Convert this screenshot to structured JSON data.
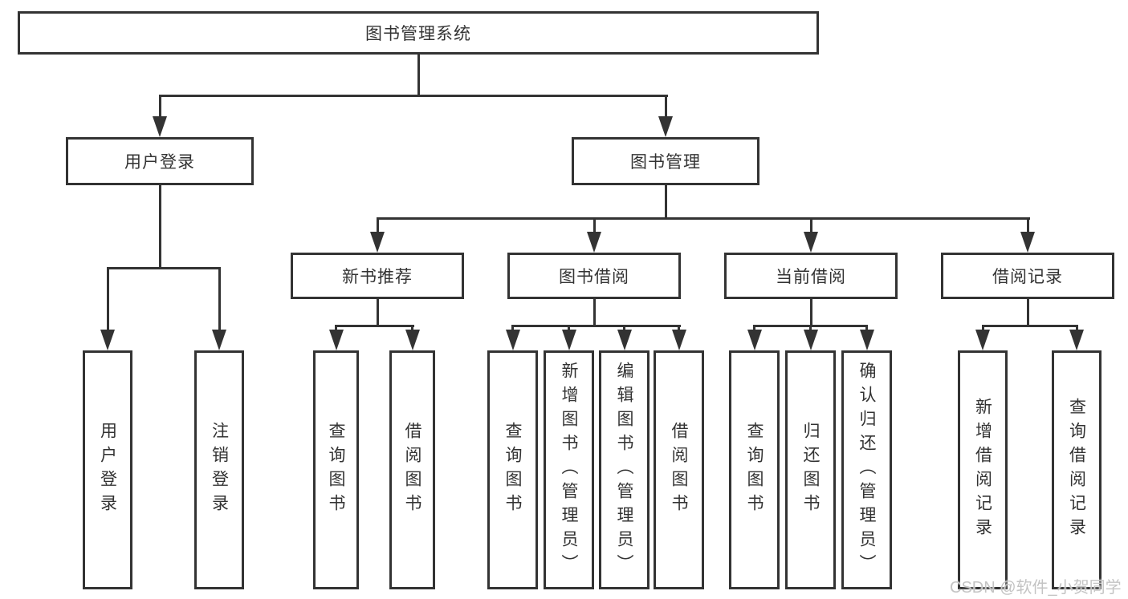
{
  "tree": {
    "root": "图书管理系统",
    "branches": [
      {
        "label": "用户登录",
        "children": [
          "用户登录",
          "注销登录"
        ]
      },
      {
        "label": "图书管理",
        "children": [
          {
            "label": "新书推荐",
            "children": [
              "查询图书",
              "借阅图书"
            ]
          },
          {
            "label": "图书借阅",
            "children": [
              "查询图书",
              "新增图书（管理员）",
              "编辑图书（管理员）",
              "借阅图书"
            ]
          },
          {
            "label": "当前借阅",
            "children": [
              "查询图书",
              "归还图书",
              "确认归还（管理员）"
            ]
          },
          {
            "label": "借阅记录",
            "children": [
              "新增借阅记录",
              "查询借阅记录"
            ]
          }
        ]
      }
    ]
  },
  "watermark": "CSDN @软件_小贺同学",
  "colors": {
    "line": "#333333",
    "text": "#333333",
    "background": "#ffffff",
    "watermark": "#c4c4c4"
  }
}
